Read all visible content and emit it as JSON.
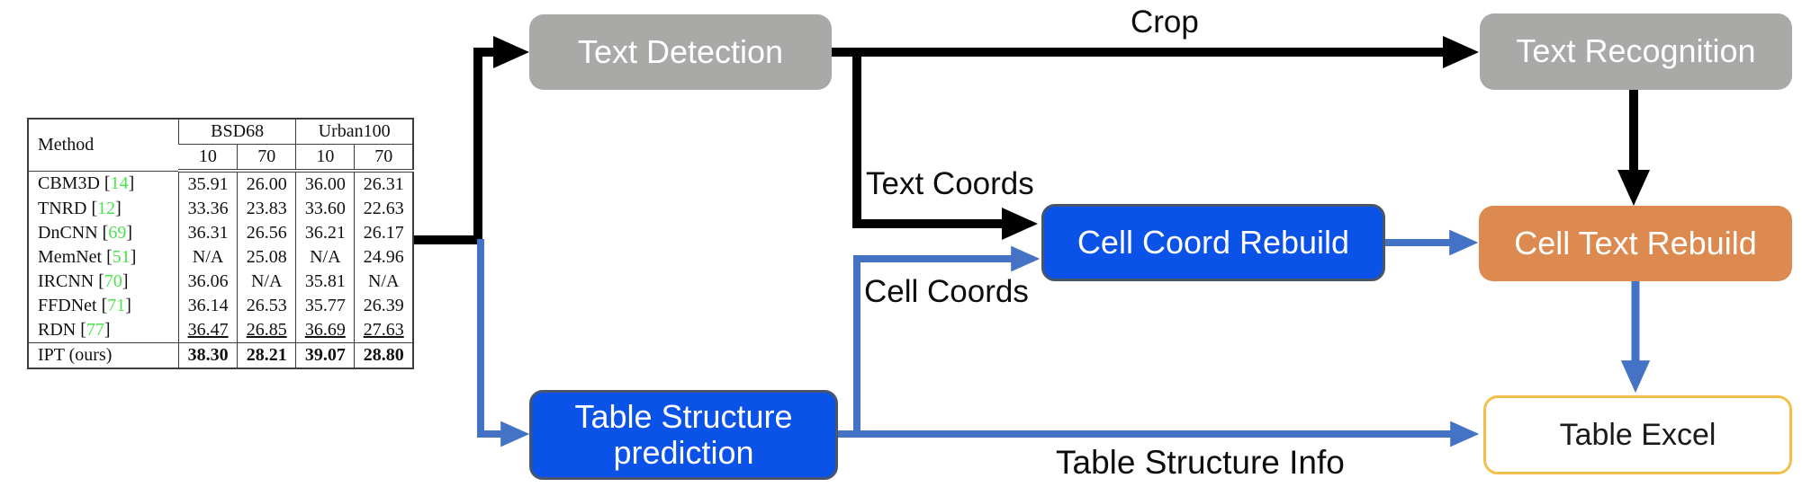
{
  "flow": {
    "text_detection": "Text Detection",
    "text_recognition": "Text Recognition",
    "cell_coord_rebuild": "Cell Coord Rebuild",
    "cell_text_rebuild": "Cell Text Rebuild",
    "table_structure_prediction": "Table Structure prediction",
    "table_excel": "Table Excel"
  },
  "labels": {
    "crop": "Crop",
    "text_coords": "Text Coords",
    "cell_coords": "Cell Coords",
    "table_structure_info": "Table Structure Info"
  },
  "colors": {
    "node_gray": "#a9a9a7",
    "node_blue": "#0b52e8",
    "node_blue_border": "#47566a",
    "node_orange": "#dd8a50",
    "excel_border_gold": "#f2bf4a",
    "arrow_black": "#000000",
    "arrow_blue": "#4472c4",
    "citation_green": "#4ce44c"
  },
  "table": {
    "header": {
      "method": "Method",
      "groups": [
        {
          "label": "BSD68",
          "cols": [
            "10",
            "70"
          ]
        },
        {
          "label": "Urban100",
          "cols": [
            "10",
            "70"
          ]
        }
      ]
    },
    "rows": [
      {
        "method": "CBM3D",
        "cite": "14",
        "values": [
          "35.91",
          "26.00",
          "36.00",
          "26.31"
        ],
        "style": "normal"
      },
      {
        "method": "TNRD",
        "cite": "12",
        "values": [
          "33.36",
          "23.83",
          "33.60",
          "22.63"
        ],
        "style": "normal"
      },
      {
        "method": "DnCNN",
        "cite": "69",
        "values": [
          "36.31",
          "26.56",
          "36.21",
          "26.17"
        ],
        "style": "normal"
      },
      {
        "method": "MemNet",
        "cite": "51",
        "values": [
          "N/A",
          "25.08",
          "N/A",
          "24.96"
        ],
        "style": "normal"
      },
      {
        "method": "IRCNN",
        "cite": "70",
        "values": [
          "36.06",
          "N/A",
          "35.81",
          "N/A"
        ],
        "style": "normal"
      },
      {
        "method": "FFDNet",
        "cite": "71",
        "values": [
          "36.14",
          "26.53",
          "35.77",
          "26.39"
        ],
        "style": "normal"
      },
      {
        "method": "RDN",
        "cite": "77",
        "values": [
          "36.47",
          "26.85",
          "36.69",
          "27.63"
        ],
        "style": "underline"
      },
      {
        "method": "IPT (ours)",
        "cite": null,
        "values": [
          "38.30",
          "28.21",
          "39.07",
          "28.80"
        ],
        "style": "bold"
      }
    ]
  }
}
